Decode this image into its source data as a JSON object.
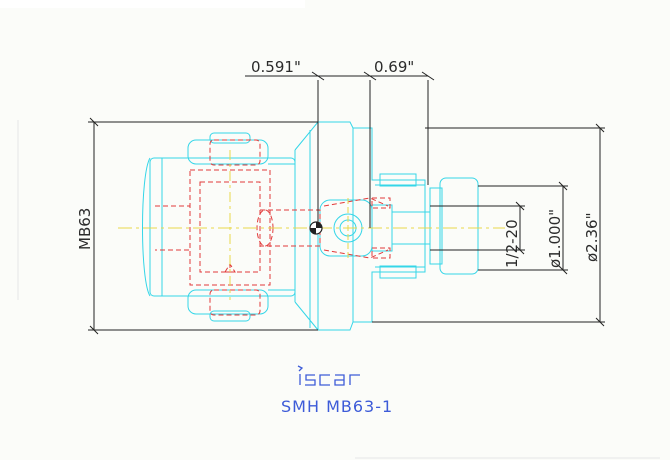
{
  "drawing": {
    "dim_top_left": "0.591\"",
    "dim_top_right": "0.69\"",
    "dim_left": "MB63",
    "dim_thread": "1/2-20",
    "dim_bore": "ø1.000\"",
    "dim_outer": "ø2.36\"",
    "logo_text": "iscar",
    "caption": "SMH MB63-1"
  },
  "colors": {
    "cyan": "#35d6e8",
    "red": "#e23a3a",
    "yellow": "#e8d84a",
    "blue": "#3d5bd8",
    "black": "#222222"
  }
}
